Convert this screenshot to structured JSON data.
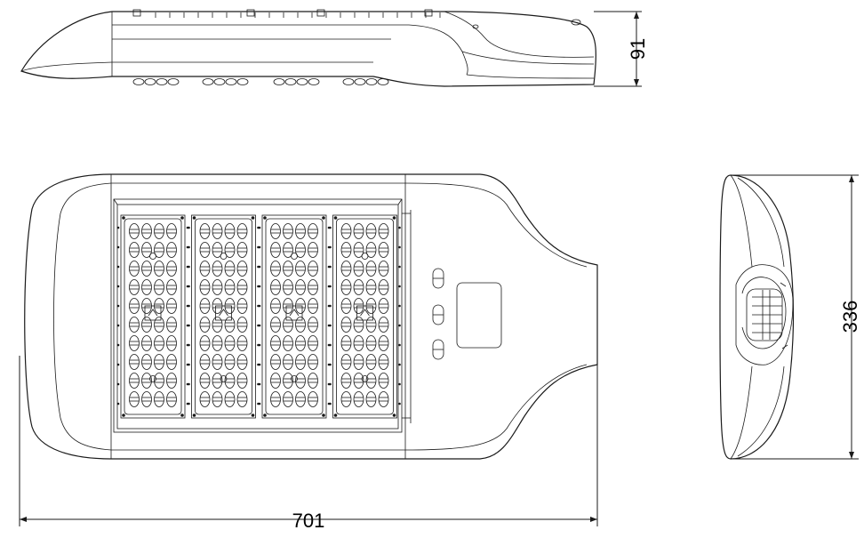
{
  "dimensions": {
    "length": "701",
    "height": "91",
    "width": "336"
  },
  "views": {
    "module_count": 4
  }
}
